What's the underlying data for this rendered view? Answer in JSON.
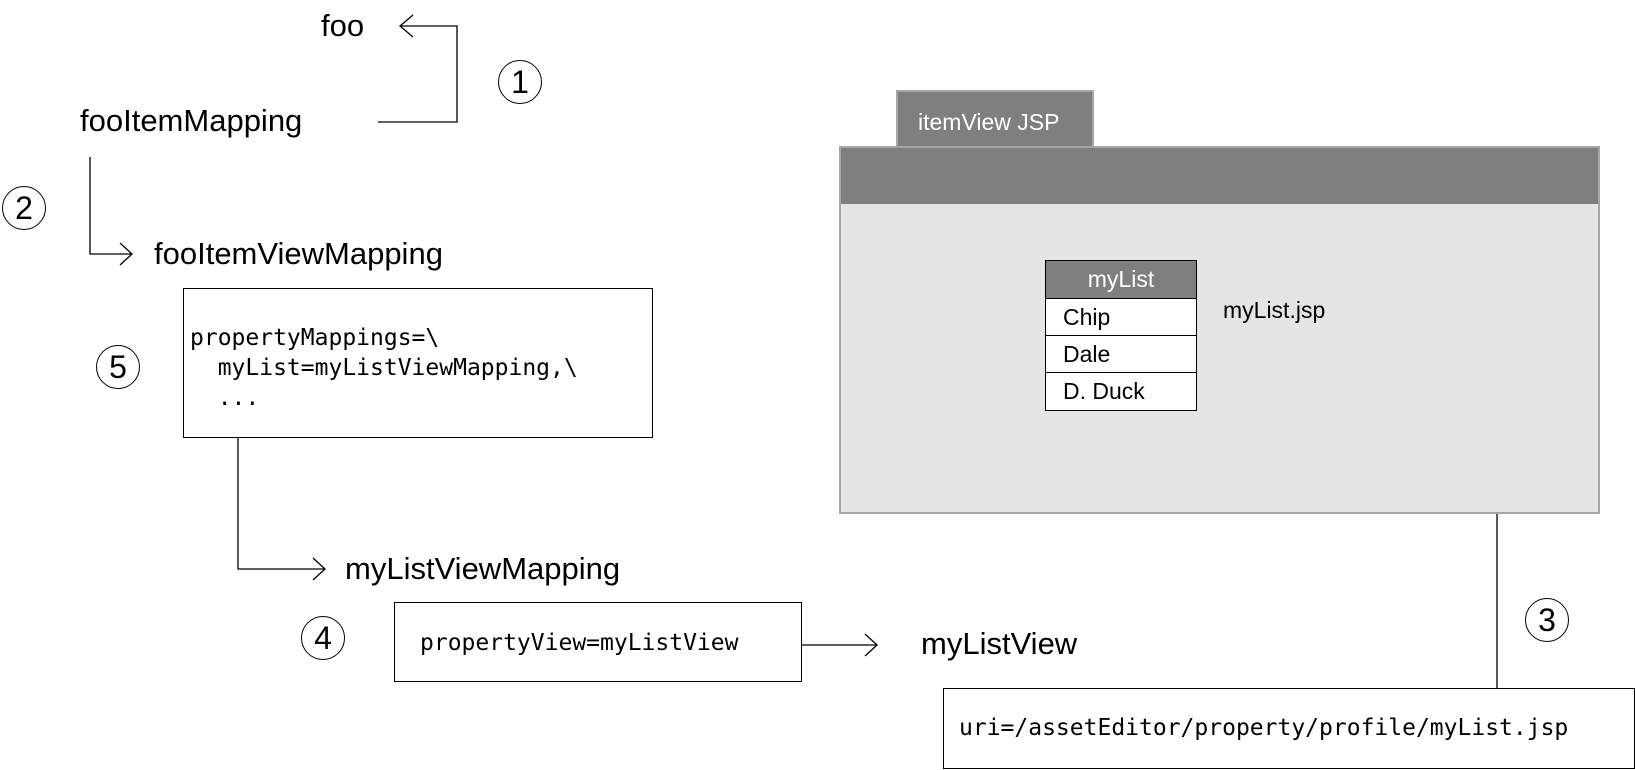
{
  "labels": {
    "foo": "foo",
    "foo_item_mapping": "fooItemMapping",
    "foo_item_view_mapping": "fooItemViewMapping",
    "my_list_view_mapping": "myListViewMapping",
    "my_list_view": "myListView",
    "my_list_jsp": "myList.jsp"
  },
  "steps": [
    "1",
    "2",
    "3",
    "4",
    "5"
  ],
  "code": {
    "property_mappings": [
      "propertyMappings=\\",
      "  myList=myListViewMapping,\\",
      "  ..."
    ],
    "property_view": "propertyView=myListView",
    "uri": "uri=/assetEditor/property/profile/myList.jsp"
  },
  "window": {
    "tab_label": "itemView JSP",
    "list": {
      "header": "myList",
      "items": [
        "Chip",
        "Dale",
        "D. Duck"
      ]
    }
  },
  "colors": {
    "window_gray": "#7f7f7f",
    "window_body": "#e5e5e5",
    "window_border": "#a6a6a6"
  }
}
